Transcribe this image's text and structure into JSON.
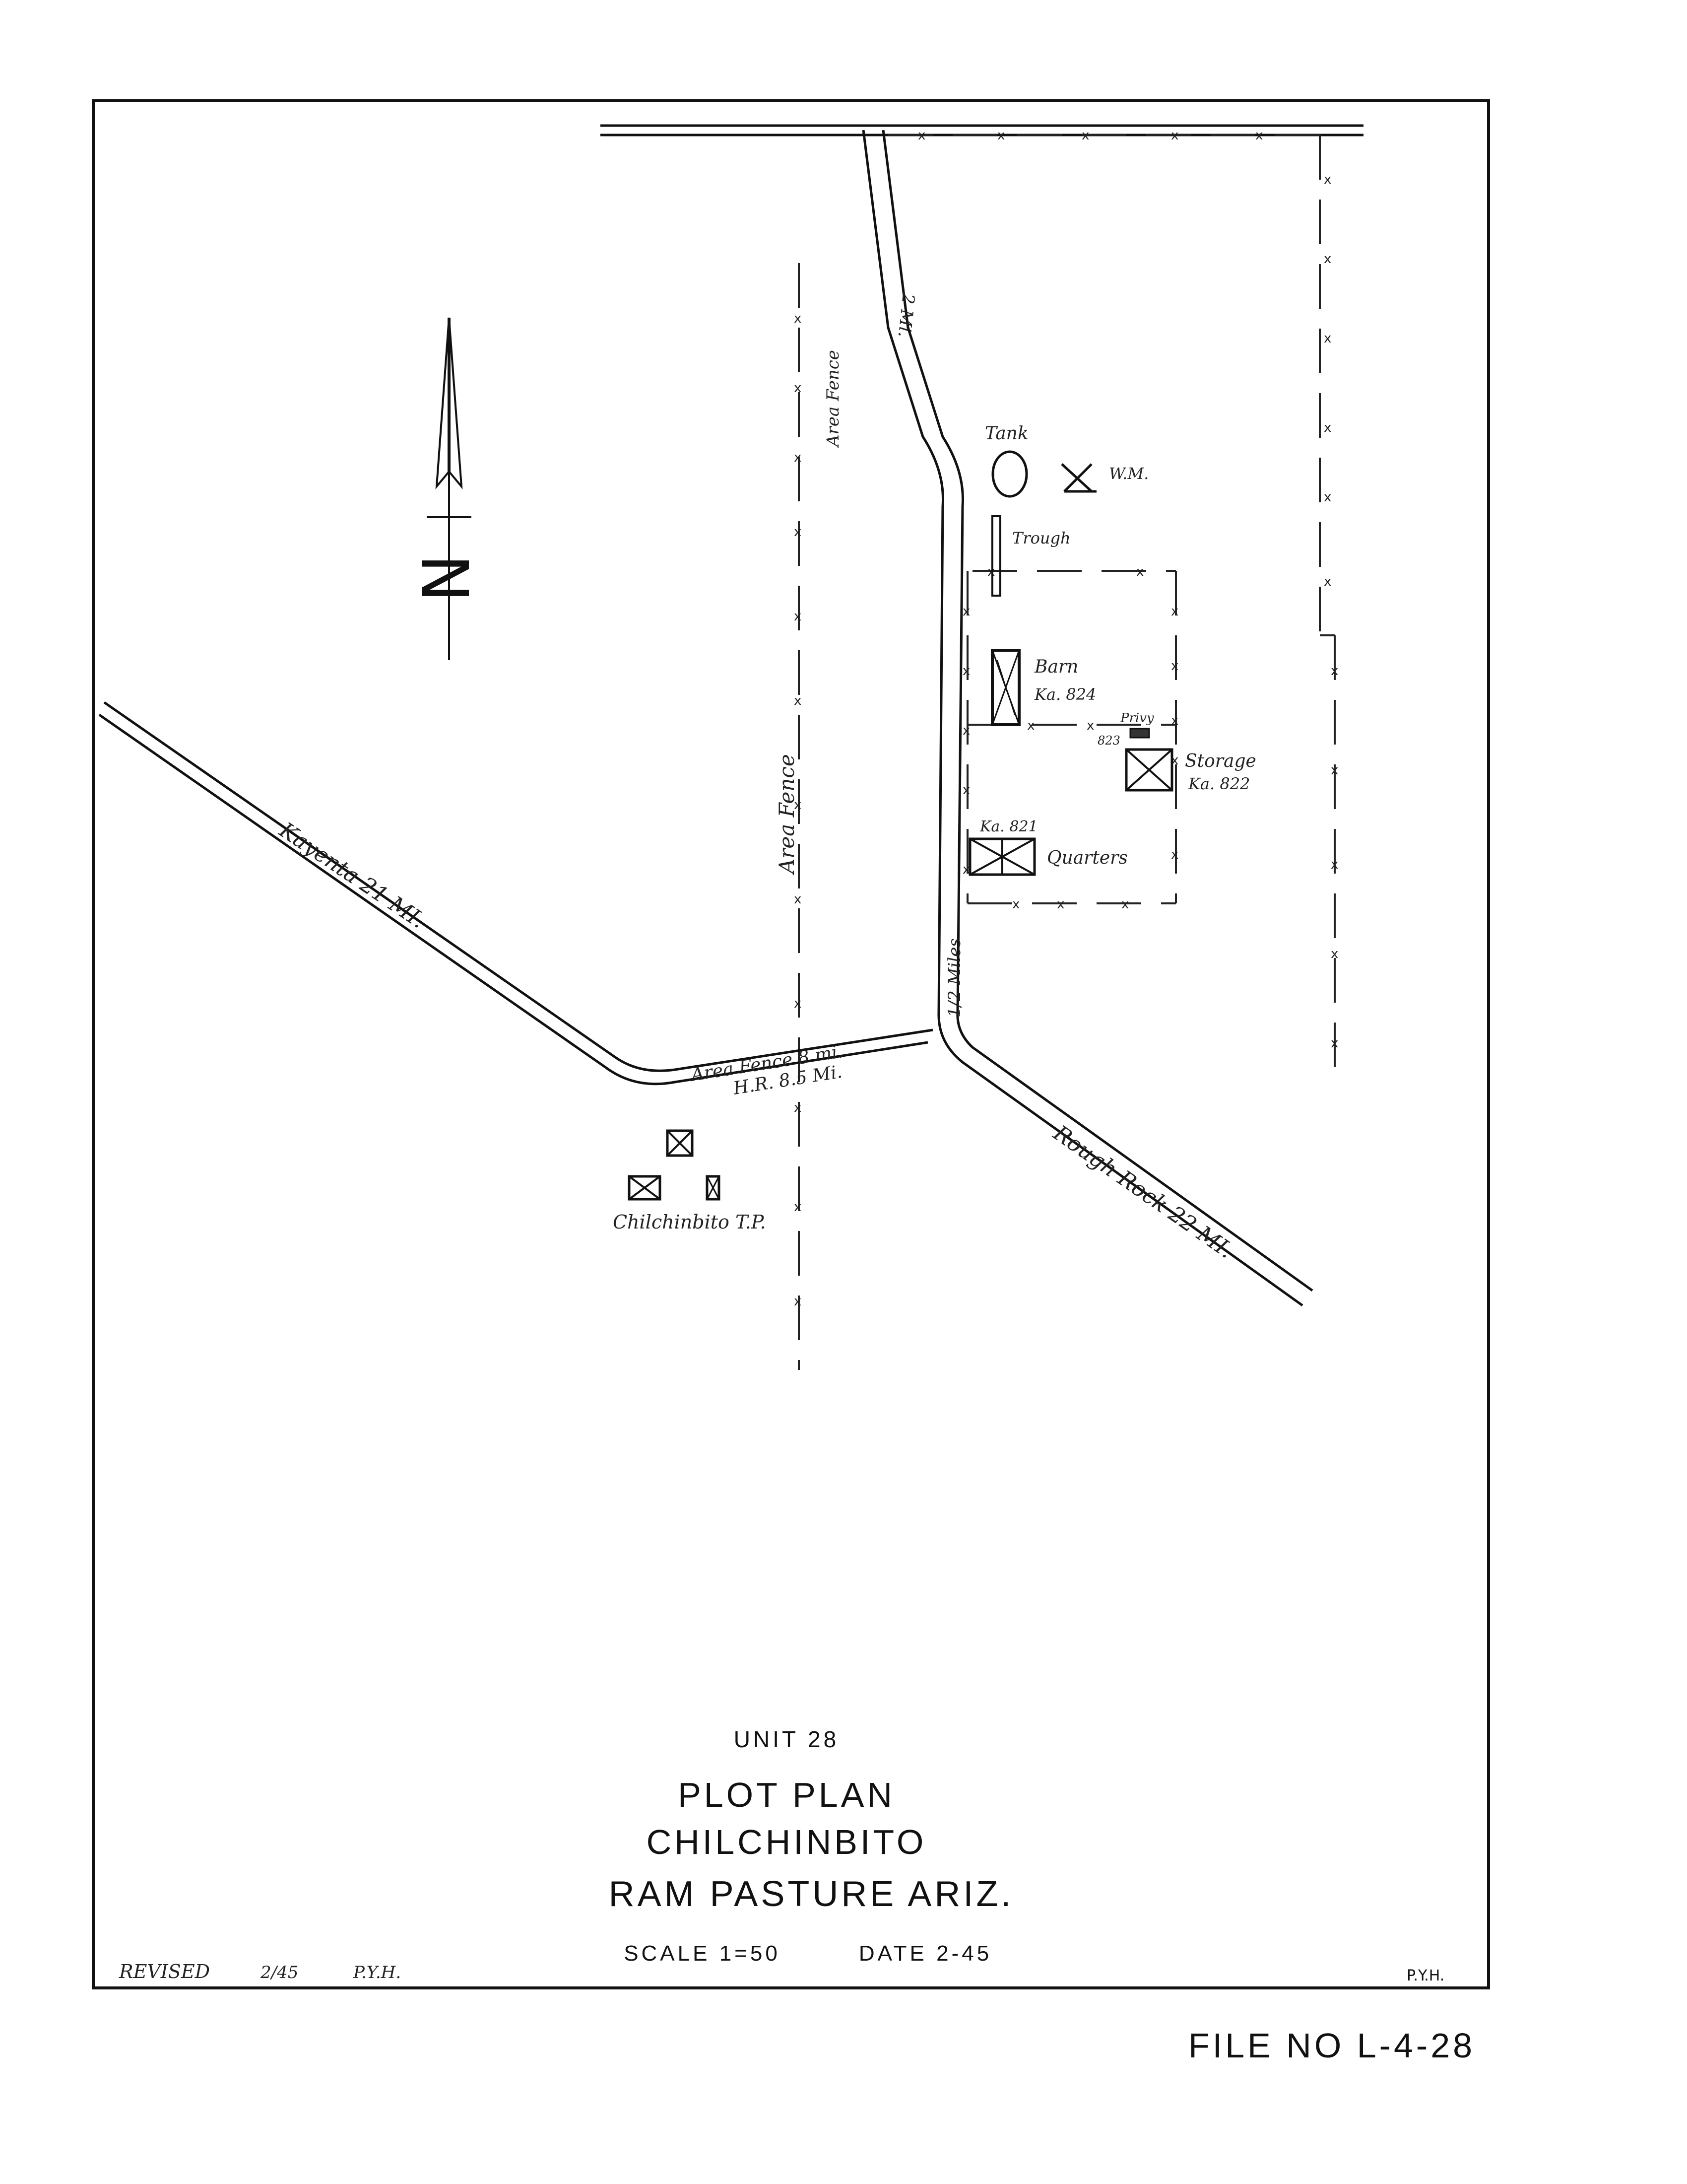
{
  "title_block": {
    "unit": "UNIT 28",
    "line1": "PLOT PLAN",
    "line2": "CHILCHINBITO",
    "line3": "RAM PASTURE ARIZ.",
    "scale": "SCALE 1=50",
    "date": "DATE 2-45"
  },
  "revision": {
    "label": "REVISED",
    "date": "2/45",
    "initials": "P.Y.H."
  },
  "drafter_initials": "P.Y.H.",
  "file_number": "FILE NO L-4-28",
  "north_arrow_label": "N",
  "roads": {
    "kayenta": "Kayenta 21 MI.",
    "rough_rock": "Rough Rock 22 MI.",
    "area_fence_2mi": "2 Mi.",
    "area_fence_road": "Area Fence",
    "half_miles": "1/2 Miles",
    "area_fence_8mi": "Area Fence 8 mi.",
    "hr_85mi": "H.R. 8.5 Mi."
  },
  "labels": {
    "tank": "Tank",
    "wm": "W.M.",
    "trough": "Trough",
    "barn": "Barn",
    "barn_id": "Ka. 824",
    "privy": "Privy",
    "privy_id": "823",
    "storage": "Storage",
    "storage_id": "Ka. 822",
    "quarters_id": "Ka. 821",
    "quarters": "Quarters",
    "area_fence_vertical": "Area Fence",
    "trading_post": "Chilchinbito T.P."
  }
}
